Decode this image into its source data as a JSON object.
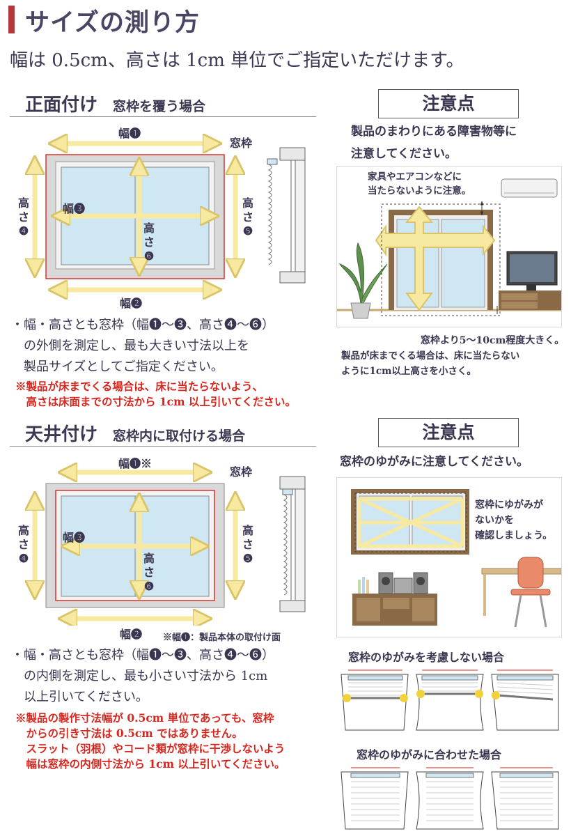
{
  "header": {
    "title": "サイズの測り方",
    "lead": "幅は 0.5cm、高さは 1cm 単位でご指定いただけます。"
  },
  "front": {
    "title": "正面付け",
    "subtitle": "窓枠を覆う場合",
    "labels": {
      "w1": "幅❶",
      "w2": "幅❷",
      "w3": "幅❸",
      "frame": "窓枠",
      "h4": [
        "高",
        "さ",
        "❹"
      ],
      "h5": [
        "高",
        "さ",
        "❺"
      ],
      "h6": [
        "高",
        "さ",
        "❻"
      ]
    },
    "text": [
      "・幅・高さとも窓枠（幅❶〜❸、高さ❹〜❻）",
      "　の外側を測定し、最も大きい寸法以上を",
      "　製品サイズとしてご指定ください。"
    ],
    "red": [
      "※製品が床までくる場合は、床に当たらないよう、",
      "　高さは床面までの寸法から 1cm 以上引いてください。"
    ]
  },
  "note1": {
    "title": "注意点",
    "text": [
      "製品のまわりにある障害物等に",
      "注意してください。"
    ],
    "callout": [
      "家具やエアコンなどに",
      "当たらないように注意。"
    ],
    "caption": "窓枠より5〜10cm程度大きく。",
    "caption2": [
      "製品が床までくる場合は、床に当たらない",
      "ように1cm以上高さを小さく。"
    ]
  },
  "ceiling": {
    "title": "天井付け",
    "subtitle": "窓枠内に取付ける場合",
    "labels": {
      "w1": "幅❶※",
      "w2": "幅❷",
      "w3": "幅❸",
      "frame": "窓枠",
      "h4": [
        "高",
        "さ",
        "❹"
      ],
      "h5": [
        "高",
        "さ",
        "❺"
      ],
      "h6": [
        "高",
        "さ",
        "❻"
      ]
    },
    "footnote": "※幅❶：製品本体の取付け面",
    "text": [
      "・幅・高さとも窓枠（幅❶〜❸、高さ❹〜❻）",
      "　の内側を測定し、最も小さい寸法から 1cm",
      "　以上引いてください。"
    ],
    "red": [
      "※製品の製作寸法幅が 0.5cm 単位であっても、窓枠",
      "　からの引き寸法は 0.5cm ではありません。",
      "　スラット（羽根）やコード類が窓枠に干渉しないよう",
      "　幅は窓枠の内側寸法から 1cm 以上引いてください。"
    ]
  },
  "note2": {
    "title": "注意点",
    "text": "窓枠のゆがみに注意してください。",
    "callout": [
      "窓枠にゆがみが",
      "ないかを",
      "確認しましょう。"
    ],
    "case1": "窓枠のゆがみを考慮しない場合",
    "case2": "窓枠のゆがみに合わせた場合"
  },
  "colors": {
    "accent": "#b23a3e",
    "arrow": "#f7e9a0",
    "arrowStroke": "#d9c46a",
    "glass": "#cfe7f3",
    "frameGray": "#d9d9d9",
    "redline": "#d7261e",
    "wood": "#8a6a46"
  }
}
